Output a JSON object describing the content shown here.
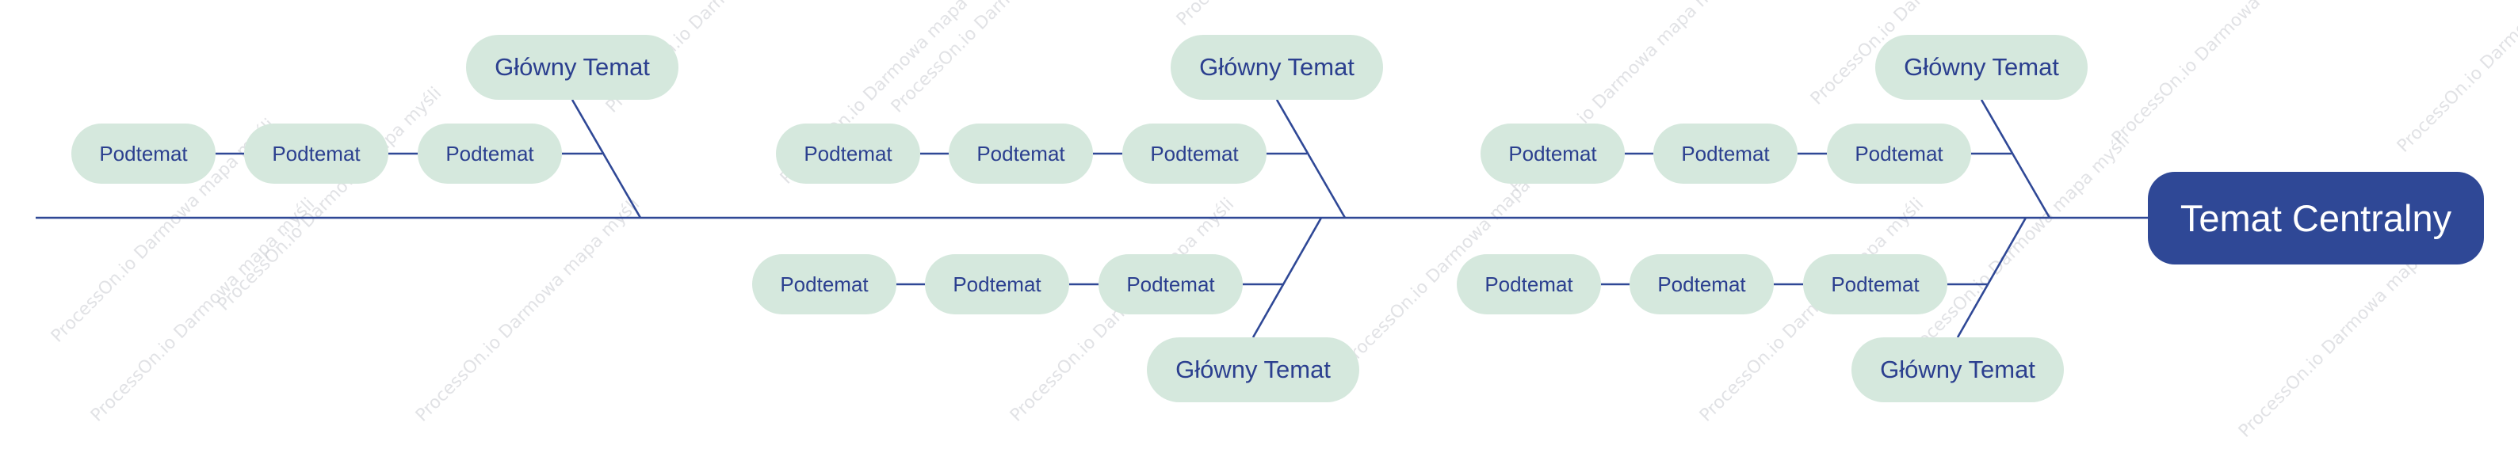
{
  "central_topic": "Temat Centralny",
  "watermark": "ProcessOn.io Darmowa mapa myśli",
  "branches": [
    {
      "position": "top",
      "main_topic": "Główny Temat",
      "subtopics": [
        "Podtemat",
        "Podtemat",
        "Podtemat"
      ]
    },
    {
      "position": "top",
      "main_topic": "Główny Temat",
      "subtopics": [
        "Podtemat",
        "Podtemat",
        "Podtemat"
      ]
    },
    {
      "position": "top",
      "main_topic": "Główny Temat",
      "subtopics": [
        "Podtemat",
        "Podtemat",
        "Podtemat"
      ]
    },
    {
      "position": "bottom",
      "main_topic": "Główny Temat",
      "subtopics": [
        "Podtemat",
        "Podtemat",
        "Podtemat"
      ]
    },
    {
      "position": "bottom",
      "main_topic": "Główny Temat",
      "subtopics": [
        "Podtemat",
        "Podtemat",
        "Podtemat"
      ]
    }
  ],
  "colors": {
    "line": "#2f4896",
    "central_fill": "#2f4896",
    "central_text": "#ffffff",
    "topic_fill": "#d5e8dd",
    "topic_text": "#2b3f8f",
    "watermark": "#c9cbd1"
  }
}
